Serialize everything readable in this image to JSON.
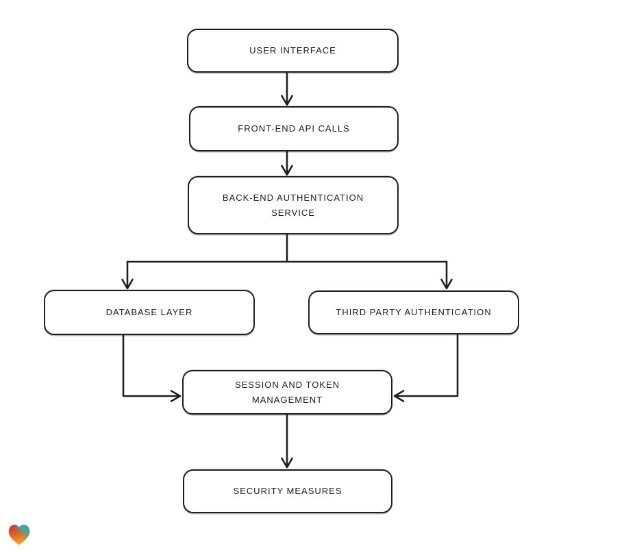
{
  "diagram": {
    "type": "flowchart",
    "style": "hand-drawn",
    "nodes": [
      {
        "id": "user-interface",
        "label": "USER INTERFACE"
      },
      {
        "id": "front-end-api-calls",
        "label": "FRONT-END API CALLS"
      },
      {
        "id": "back-end-authentication-service",
        "label": "BACK-END AUTHENTICATION SERVICE"
      },
      {
        "id": "database-layer",
        "label": "DATABASE LAYER"
      },
      {
        "id": "third-party-authentication",
        "label": "THIRD PARTY AUTHENTICATION"
      },
      {
        "id": "session-and-token-management",
        "label": "SESSION AND TOKEN MANAGEMENT"
      },
      {
        "id": "security-measures",
        "label": "SECURITY MEASURES"
      }
    ],
    "edges": [
      {
        "from": "user-interface",
        "to": "front-end-api-calls"
      },
      {
        "from": "front-end-api-calls",
        "to": "back-end-authentication-service"
      },
      {
        "from": "back-end-authentication-service",
        "to": "database-layer"
      },
      {
        "from": "back-end-authentication-service",
        "to": "third-party-authentication"
      },
      {
        "from": "database-layer",
        "to": "session-and-token-management"
      },
      {
        "from": "third-party-authentication",
        "to": "session-and-token-management"
      },
      {
        "from": "session-and-token-management",
        "to": "security-measures"
      }
    ],
    "colors": {
      "stroke": "#1f1f1f",
      "node_fill": "#ffffff",
      "background": "#ffffff"
    }
  },
  "logo": {
    "icon": "gradient-heart",
    "colors": {
      "red": "#e01f30",
      "orange": "#f7a21c",
      "blue": "#2ba3e8",
      "teal": "#2fb39b"
    }
  }
}
